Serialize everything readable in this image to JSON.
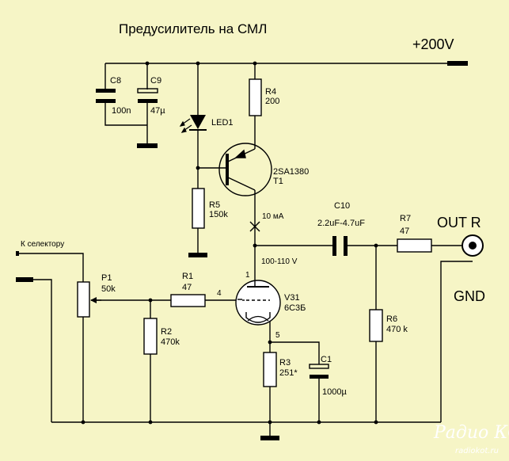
{
  "title": "Предусилитель на СМЛ",
  "supply_label": "+200V",
  "output_label": "OUT R",
  "ground_label": "GND",
  "input_label": "К селектору",
  "components": {
    "c8": {
      "ref": "C8",
      "value": "100n"
    },
    "c9": {
      "ref": "C9",
      "value": "47µ"
    },
    "led1": {
      "ref": "LED1"
    },
    "r4": {
      "ref": "R4",
      "value": "200"
    },
    "t1": {
      "ref": "T1",
      "type": "2SA1380"
    },
    "r5": {
      "ref": "R5",
      "value": "150k"
    },
    "c10": {
      "ref": "C10",
      "value": "2.2uF-4.7uF"
    },
    "r7": {
      "ref": "R7",
      "value": "47"
    },
    "p1": {
      "ref": "P1",
      "value": "50k"
    },
    "r1": {
      "ref": "R1",
      "value": "47"
    },
    "v31": {
      "ref": "V31",
      "type": "6С3Б"
    },
    "r2": {
      "ref": "R2",
      "value": "470k"
    },
    "r6": {
      "ref": "R6",
      "value": "470 k"
    },
    "r3": {
      "ref": "R3",
      "value": "251*"
    },
    "c1": {
      "ref": "C1",
      "value": "1000µ"
    }
  },
  "annotations": {
    "current": "10 мА",
    "voltage": "100-110 V",
    "pin_1": "1",
    "pin_4": "4",
    "pin_5": "5"
  },
  "watermark": {
    "logo": "Радио КОТ",
    "site": "radiokot.ru"
  },
  "colors": {
    "background": "#F6F5C6",
    "wire": "#000000",
    "watermark": "#FFFFFF"
  }
}
